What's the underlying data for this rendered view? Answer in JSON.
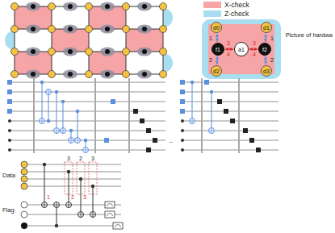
{
  "diagram": {
    "nodes": [
      {
        "text": [
          "d0"
        ]
      },
      {
        "text": [
          "d1"
        ]
      },
      {
        "text": [
          "f1"
        ]
      },
      {
        "text": [
          "a1"
        ]
      },
      {
        "text": [
          "f2"
        ]
      },
      {
        "text": [
          "d2"
        ]
      },
      {
        "text": [
          "d3"
        ]
      }
    ],
    "edges": [
      {
        "from": 0,
        "to": 2,
        "arrow": "both"
      },
      {
        "from": 1,
        "to": 4,
        "arrow": "both"
      },
      {
        "from": 5,
        "to": 2,
        "arrow": "both"
      },
      {
        "from": 6,
        "to": 4,
        "arrow": "both"
      },
      {
        "from": 2,
        "to": 3,
        "arrow": "both"
      },
      {
        "from": 4,
        "to": 3,
        "arrow": "both"
      }
    ],
    "labels": [
      "1",
      "2",
      "3",
      "4",
      "1",
      "2",
      "3",
      "4",
      "Picture of hardwa",
      "..",
      "Data",
      "Flag",
      "3",
      "2",
      "3",
      "1",
      "2",
      "3"
    ],
    "legend": [
      {
        "text": "X-check",
        "color": "#f7a4a6"
      },
      {
        "text": "Z-check",
        "color": "#a8def0"
      }
    ]
  }
}
